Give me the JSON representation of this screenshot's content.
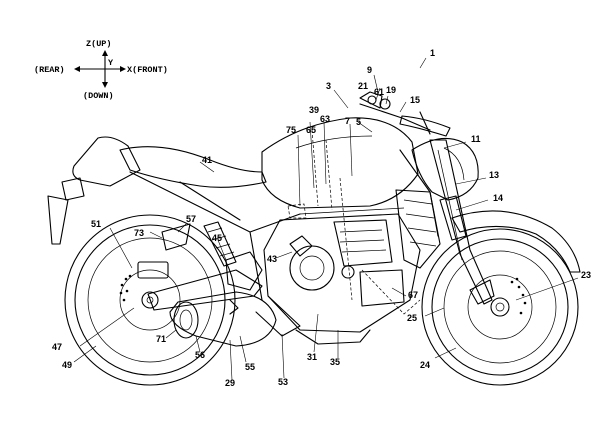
{
  "axes": {
    "up": "Z(UP)",
    "down": "(DOWN)",
    "front": "X(FRONT)",
    "rear": "(REAR)",
    "side": "Y"
  },
  "callouts": [
    "1",
    "3",
    "5",
    "7",
    "9",
    "11",
    "13",
    "14",
    "15",
    "19",
    "21",
    "23",
    "24",
    "25",
    "29",
    "31",
    "35",
    "39",
    "41",
    "43",
    "45",
    "47",
    "49",
    "51",
    "53",
    "55",
    "56",
    "57",
    "61",
    "63",
    "65",
    "67",
    "71",
    "73",
    "75"
  ]
}
